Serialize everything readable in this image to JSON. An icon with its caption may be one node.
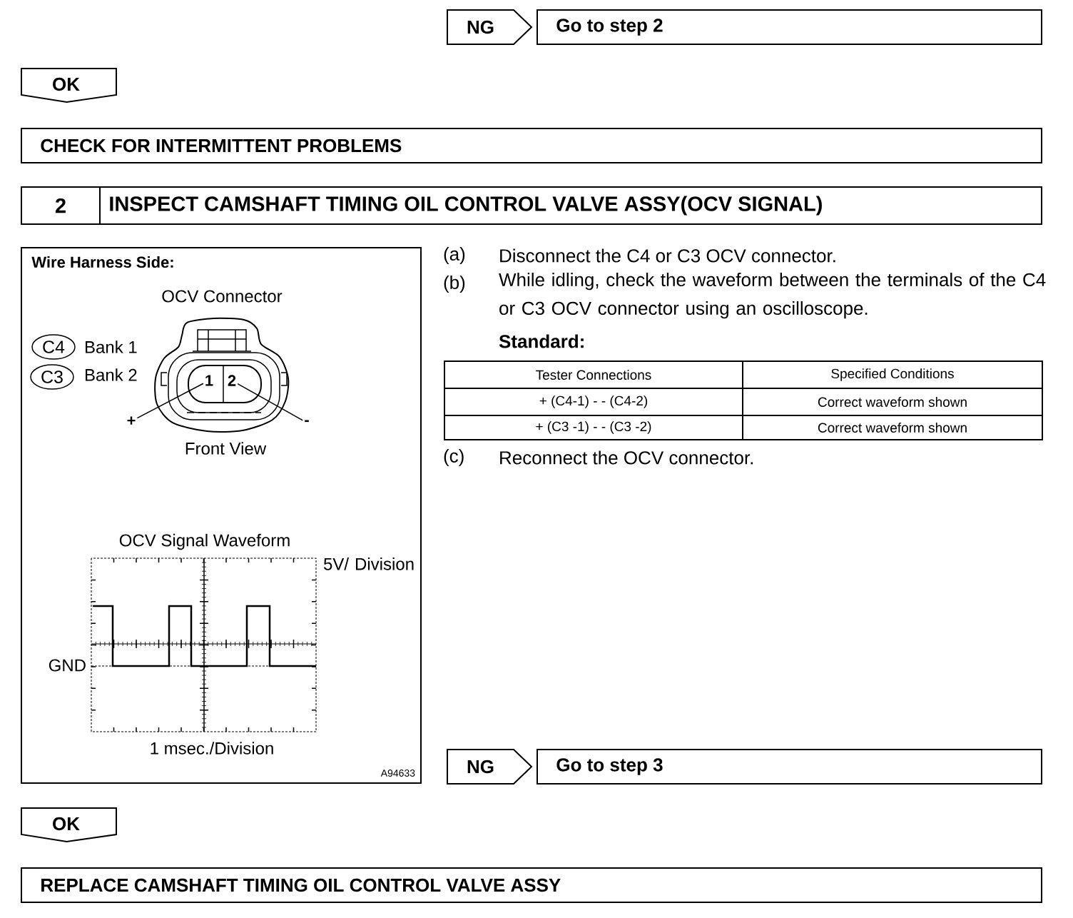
{
  "diagram": {
    "nodes": [
      {
        "text": [
          "NG"
        ]
      },
      {
        "text": [
          "Go to step 2"
        ]
      },
      {
        "text": [
          "OK"
        ]
      },
      {
        "text": [
          "CHECK FOR INTERMITTENT PROBLEMS"
        ]
      },
      {
        "text": [
          "2",
          "INSPECT CAMSHAFT TIMING OIL CONTROL VALVE ASSY(OCV SIGNAL)"
        ]
      },
      {
        "text": [
          "Wire Harness Side:"
        ]
      },
      {
        "text": [
          "C4"
        ],
        "in": 5
      },
      {
        "text": [
          "C3"
        ],
        "in": 5
      },
      {
        "text": [
          "+"
        ],
        "in": 5
      },
      {
        "text": [
          "1"
        ],
        "in": 5
      },
      {
        "text": [
          "2"
        ],
        "in": 5
      },
      {
        "text": [
          "-"
        ],
        "in": 5
      },
      {
        "text": [
          "NG"
        ]
      },
      {
        "text": [
          "Go to step 3"
        ]
      },
      {
        "text": [
          "OK"
        ]
      },
      {
        "text": [
          "REPLACE CAMSHAFT TIMING OIL CONTROL VALVE ASSY"
        ]
      }
    ],
    "edges": [
      {
        "from": 8,
        "to": 9,
        "arrow": "none"
      },
      {
        "from": 11,
        "to": 10,
        "arrow": "none"
      }
    ],
    "labels": [
      "OCV Connector",
      "Bank 1",
      "Bank 2",
      "Front View",
      "OCV Signal Waveform",
      "5V/ Division",
      "GND",
      "1 msec./Division",
      "A94633",
      "(a)",
      "Disconnect the C4 or C3 OCV connector.",
      "(b)",
      "While idling, check the waveform between the terminals of the C4 or C3 OCV connector using an oscilloscope.",
      "Standard:",
      "Tester Connections",
      "Specified Conditions",
      "+ (C4-1) - - (C4-2)",
      "Correct waveform shown",
      "+ (C3 -1) - - (C3 -2)",
      "Correct waveform shown",
      "(c)",
      "Reconnect the OCV connector."
    ]
  }
}
